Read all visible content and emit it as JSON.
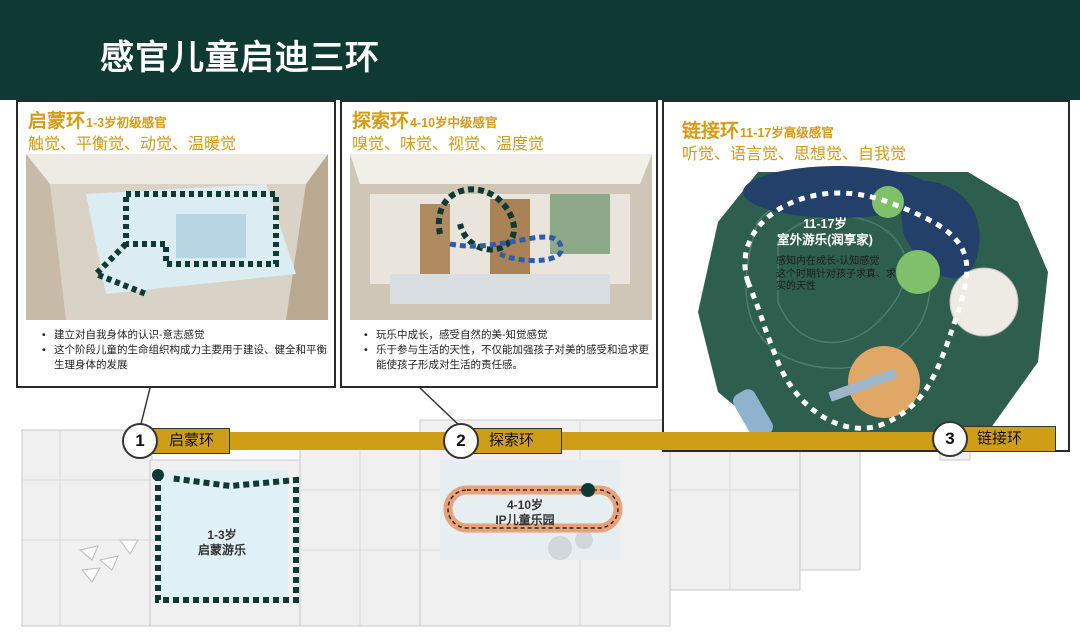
{
  "header": {
    "title": "感官儿童启迪三环"
  },
  "cards": [
    {
      "title": "启蒙环",
      "level": "1-3岁初级感官",
      "senses": "触觉、平衡觉、动觉、温暖觉",
      "bullets": [
        "建立对自我身体的认识-意志感觉",
        "这个阶段儿童的生命组织构成力主要用于建设、健全和平衡生理身体的发展"
      ]
    },
    {
      "title": "探索环",
      "level": "4-10岁中级感官",
      "senses": "嗅觉、味觉、视觉、温度觉",
      "bullets": [
        "玩乐中成长，感受自然的美-知觉感觉",
        "乐于参与生活的天性，不仅能加强孩子对美的感受和追求更能使孩子形成对生活的责任感。"
      ]
    },
    {
      "title": "链接环",
      "level": "11-17岁高级感官",
      "senses": "听觉、语言觉、思想觉、自我觉"
    }
  ],
  "rings": [
    {
      "num": "1",
      "label": "启蒙环"
    },
    {
      "num": "2",
      "label": "探索环"
    },
    {
      "num": "3",
      "label": "链接环"
    }
  ],
  "zones": {
    "z1_age": "1-3岁",
    "z1_name": "启蒙游乐",
    "z2_age": "4-10岁",
    "z2_name": "IP儿童乐园",
    "z3_age": "11-17岁",
    "z3_name": "室外游乐(润享家)",
    "z3_notes": [
      "感知内在成长-认知感觉",
      "这个时期针对孩子求真、求实的天性"
    ]
  },
  "colors": {
    "header_bg": "#0f3a33",
    "accent_gold": "#d79b14",
    "ring_bar": "#cf9e16",
    "dotted_path": "#0f3a33",
    "ip_path": "#e8a27a"
  }
}
